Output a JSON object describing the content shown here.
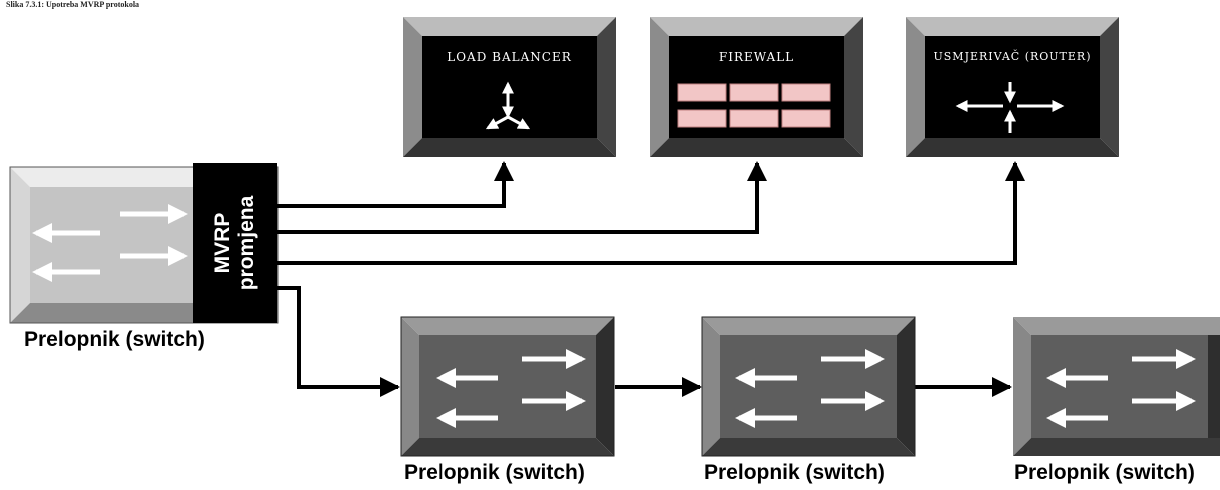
{
  "caption": "Slika 7.3.1: Upotreba MVRP protokola",
  "mvrp_block": {
    "line1": "MVRP",
    "line2": "promjena"
  },
  "devices": {
    "load_balancer": {
      "title": "LOAD BALANCER"
    },
    "firewall": {
      "title": "FIREWALL"
    },
    "router": {
      "title": "USMJERIVAČ (ROUTER)"
    }
  },
  "switches": {
    "main": {
      "label": "Prelopnik (switch)"
    },
    "bottom1": {
      "label": "Prelopnik (switch)"
    },
    "bottom2": {
      "label": "Prelopnik (switch)"
    },
    "bottom3": {
      "label": "Prelopnik (switch)"
    }
  },
  "colors": {
    "main_switch": "#c8c8c8",
    "bottom_switch": "#5e5e5e",
    "device_face": "#000000",
    "firewall_brick": "#f2c6c6"
  }
}
